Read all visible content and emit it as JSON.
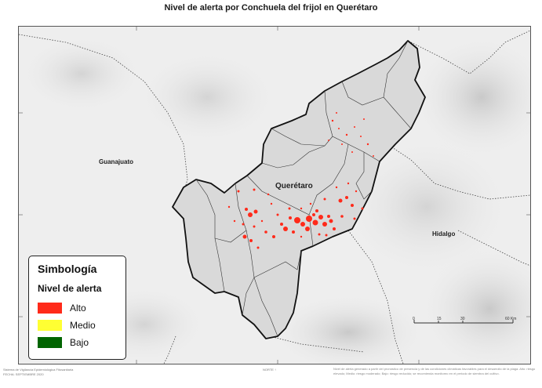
{
  "map": {
    "title": "Nivel de alerta por Conchuela del frijol en Querétaro",
    "places": {
      "guanajuato": "Guanajuato",
      "queretaro": "Querétaro",
      "hidalgo": "Hidalgo"
    },
    "scale": {
      "ticks": [
        "0",
        "15",
        "30",
        "60 Km"
      ]
    }
  },
  "legend": {
    "title": "Simbología",
    "subtitle": "Nivel de alerta",
    "items": [
      {
        "label": "Alto",
        "color": "#ff2a1a"
      },
      {
        "label": "Medio",
        "color": "#ffff33"
      },
      {
        "label": "Bajo",
        "color": "#006400"
      }
    ]
  },
  "colors": {
    "state_fill": "#d9d9d9",
    "background": "#eeeeee",
    "alert_high": "#ff2a1a"
  },
  "footer": {
    "left_line1": "Sistema de Vigilancia Epidemiológica Fitosanitaria",
    "left_line2": "FECHA: SEPTIEMBRE 2020",
    "north_label": "NORTE ↑",
    "right_text": "Nivel de alerta generado a partir del pronóstico de presencia y de las condiciones climáticas favorables para el desarrollo de la plaga. Alto: riesgo elevado; Medio: riesgo moderado; Bajo: riesgo reducido; se recomienda monitoreo en el periodo de siembra del cultivo."
  }
}
